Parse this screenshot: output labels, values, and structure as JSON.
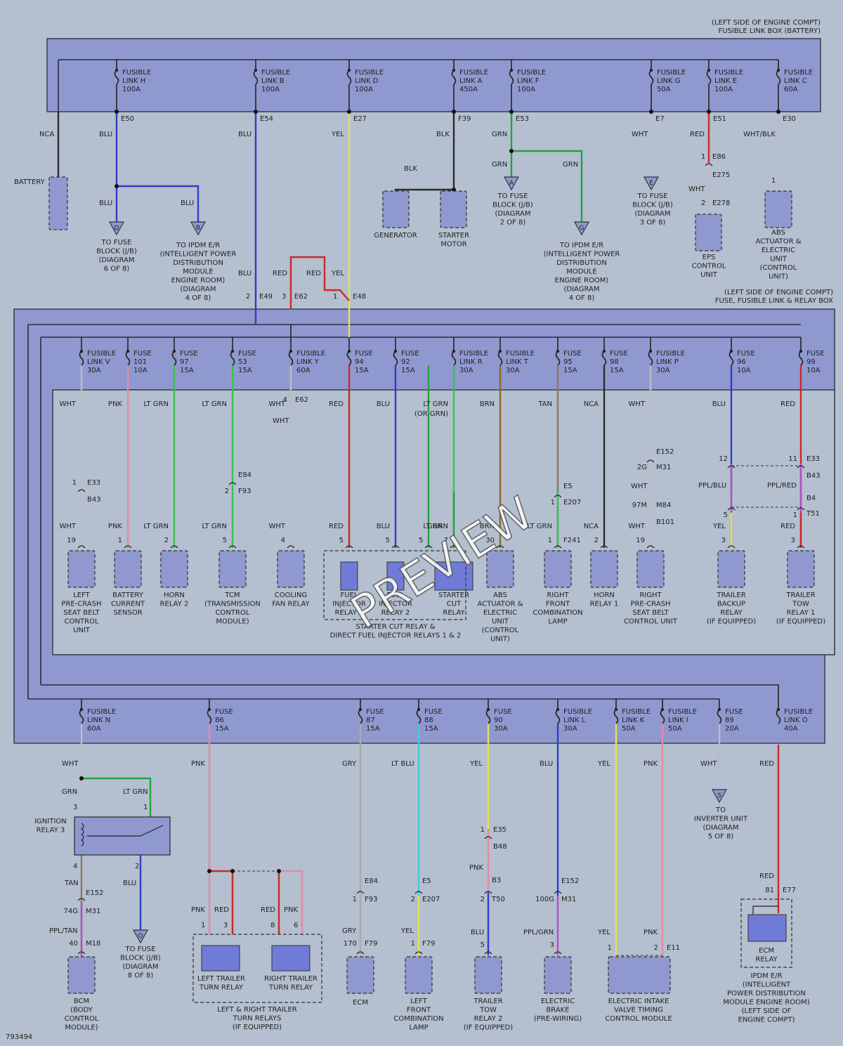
{
  "colors": {
    "background": "#b4bfcf",
    "box_fill": "#8f99cf",
    "relay_fill": "#6f7bd6",
    "wire": {
      "BLK": "#2b2b2b",
      "BLU": "#2d3fc4",
      "YEL": "#e6e055",
      "GRN": "#24a33c",
      "WHT": "#b9bcc4",
      "RED": "#cc2929",
      "PNK": "#e48aa3",
      "LT GRN": "#37c24e",
      "BRN": "#8b6a28",
      "TAN": "#8a7a62",
      "NCA": "#2b2b2b",
      "GRY": "#aaaaaa",
      "LT BLU": "#46c9d6",
      "PPL": "#b04fc9"
    }
  },
  "header": {
    "top_box_label_1": "(LEFT SIDE OF ENGINE COMPT)",
    "top_box_label_2": "FUSIBLE LINK BOX (BATTERY)",
    "mid_box_label_1": "(LEFT SIDE OF ENGINE COMPT)",
    "mid_box_label_2": "FUSE, FUSIBLE LINK & RELAY BOX",
    "figure_id": "793494",
    "watermark": "PREVIEW"
  },
  "top_fuses": [
    {
      "l1": "FUSIBLE",
      "l2": "LINK H",
      "l3": "100A",
      "conn": "E50",
      "wire": "BLU"
    },
    {
      "l1": "FUSIBLE",
      "l2": "LINK B",
      "l3": "100A",
      "conn": "E54",
      "wire": "BLU"
    },
    {
      "l1": "FUSIBLE",
      "l2": "LINK D",
      "l3": "100A",
      "conn": "E27",
      "wire": "YEL"
    },
    {
      "l1": "FUSIBLE",
      "l2": "LINK A",
      "l3": "450A",
      "conn": "F39",
      "wire": "BLK"
    },
    {
      "l1": "FUSIBLE",
      "l2": "LINK F",
      "l3": "100A",
      "conn": "E53",
      "wire": "GRN"
    },
    {
      "l1": "FUSIBLE",
      "l2": "LINK G",
      "l3": "50A",
      "conn": "E7",
      "wire": "WHT"
    },
    {
      "l1": "FUSIBLE",
      "l2": "LINK E",
      "l3": "100A",
      "conn": "E51",
      "wire": "RED"
    },
    {
      "l1": "FUSIBLE",
      "l2": "LINK C",
      "l3": "60A",
      "conn": "E30",
      "wire": "WHT/BLK"
    }
  ],
  "top_section": {
    "battery": "BATTERY",
    "nca": "NCA",
    "blu_a": "BLU",
    "blu_b": "BLU",
    "tofb6": [
      "TO FUSE",
      "BLOCK (J/B)",
      "(DIAGRAM",
      "6 OF 8)"
    ],
    "toipdm4": [
      "TO IPDM E/R",
      "(INTELLIGENT POWER",
      "DISTRIBUTION",
      "MODULE",
      "ENGINE ROOM)",
      "(DIAGRAM",
      "4 OF 8)"
    ],
    "blk": "BLK",
    "generator": "GENERATOR",
    "starter": [
      "STARTER",
      "MOTOR"
    ],
    "grn_a": "GRN",
    "grn_b": "GRN",
    "tofb2": [
      "TO FUSE",
      "BLOCK (J/B)",
      "(DIAGRAM",
      "2 OF 8)"
    ],
    "toipdm4b": [
      "TO IPDM E/R",
      "(INTELLIGENT POWER",
      "DISTRIBUTION",
      "MODULE",
      "ENGINE ROOM)",
      "(DIAGRAM",
      "4 OF 8)"
    ],
    "tofb3": [
      "TO FUSE",
      "BLOCK (J/B)",
      "(DIAGRAM",
      "3 OF 8)"
    ],
    "eps": [
      "EPS",
      "CONTROL",
      "UNIT"
    ],
    "e86": "E86",
    "e275": "E275",
    "e278": "E278",
    "pin1": "1",
    "pin2": "2",
    "wht": "WHT",
    "abs": [
      "ABS",
      "ACTUATOR &",
      "ELECTRIC",
      "UNIT",
      "(CONTROL",
      "UNIT)"
    ],
    "tri_d": "D",
    "tri_b": "B",
    "tri_a": "A",
    "tri_g": "G",
    "tri_e": "E",
    "entry": [
      {
        "wire": "BLU",
        "pin": "2",
        "conn": "E49"
      },
      {
        "wire": "RED",
        "pin": "3",
        "conn": "E62"
      },
      {
        "wire": "RED",
        "pin": "",
        "": "",
        "conn": ""
      },
      {
        "wire": "YEL",
        "pin": "1",
        "conn": "E48"
      }
    ]
  },
  "mid_fuses": [
    {
      "l1": "FUSIBLE",
      "l2": "LINK V",
      "l3": "30A"
    },
    {
      "l1": "FUSE",
      "l2": "101",
      "l3": "10A"
    },
    {
      "l1": "FUSE",
      "l2": "97",
      "l3": "15A"
    },
    {
      "l1": "FUSE",
      "l2": "53",
      "l3": "15A"
    },
    {
      "l1": "FUSIBLE",
      "l2": "LINK Y",
      "l3": "60A"
    },
    {
      "l1": "FUSE",
      "l2": "94",
      "l3": "15A"
    },
    {
      "l1": "FUSE",
      "l2": "92",
      "l3": "15A"
    },
    {
      "l1": "FUSIBLE",
      "l2": "LINK R",
      "l3": "30A"
    },
    {
      "l1": "FUSIBLE",
      "l2": "LINK T",
      "l3": "30A"
    },
    {
      "l1": "FUSE",
      "l2": "95",
      "l3": "15A"
    },
    {
      "l1": "FUSE",
      "l2": "98",
      "l3": "15A"
    },
    {
      "l1": "FUSIBLE",
      "l2": "LINK P",
      "l3": "30A"
    },
    {
      "l1": "FUSE",
      "l2": "96",
      "l3": "10A"
    },
    {
      "l1": "FUSE",
      "l2": "99",
      "l3": "10A"
    }
  ],
  "mid_components": [
    {
      "top": "WHT",
      "bot": "WHT",
      "pin": "19",
      "c1": "1",
      "c1n": "E33",
      "c2n": "B43",
      "name": [
        "LEFT",
        "PRE-CRASH",
        "SEAT BELT",
        "CONTROL",
        "UNIT"
      ]
    },
    {
      "top": "PNK",
      "bot": "PNK",
      "pin": "1",
      "name": [
        "BATTERY",
        "CURRENT",
        "SENSOR"
      ]
    },
    {
      "top": "LT GRN",
      "bot": "LT GRN",
      "pin": "2",
      "name": [
        "HORN",
        "RELAY 2"
      ]
    },
    {
      "top": "LT GRN",
      "bot": "LT GRN",
      "pin": "5",
      "c1": "E84",
      "c2": "2",
      "c2n": "F93",
      "name": [
        "TCM",
        "(TRANSMISSION",
        "CONTROL",
        "MODULE)"
      ]
    },
    {
      "top": "WHT",
      "bot": "WHT",
      "pin": "4",
      "c1": "4",
      "c1n": "E62",
      "name": [
        "COOLING",
        "FAN RELAY"
      ]
    },
    {
      "top": "RED",
      "bot": "RED",
      "pin": "5",
      "name": [
        "FUEL",
        "INJECTOR",
        "RELAY 1"
      ]
    },
    {
      "top": "BLU",
      "bot": "BLU",
      "pin": "5",
      "name": [
        "FUEL",
        "INJECTOR",
        "RELAY 2"
      ]
    },
    {
      "top": "LT GRN",
      "top2": "(OR GRN)",
      "bot": "LT GRN",
      "bot2": "GRN",
      "pin": "7",
      "pin2": "5",
      "name": [
        "STARTER",
        "CUT",
        "RELAY"
      ]
    },
    {
      "top": "BRN",
      "bot": "BRN",
      "pin": "30",
      "name": [
        "ABS",
        "ACTUATOR &",
        "ELECTRIC",
        "UNIT",
        "(CONTROL",
        "UNIT)"
      ]
    },
    {
      "top": "TAN",
      "bot": "LT GRN",
      "pin": "1",
      "c1": "E5",
      "c2": "1",
      "c2n": "E207",
      "c3": "F241",
      "name": [
        "RIGHT",
        "FRONT",
        "COMBINATION",
        "LAMP"
      ]
    },
    {
      "top": "NCA",
      "bot": "NCA",
      "pin": "2",
      "name": [
        "HORN",
        "RELAY 1"
      ]
    },
    {
      "top": "WHT",
      "bot": "WHT",
      "pin": "19",
      "c1": "E152",
      "c2": "2G",
      "c2n": "M31",
      "mid": "WHT",
      "c3": "97M",
      "c3n": "M84",
      "c4": "B101",
      "name": [
        "RIGHT",
        "PRE-CRASH",
        "SEAT BELT",
        "CONTROL UNIT"
      ]
    },
    {
      "top": "BLU",
      "bot": "YEL",
      "mid": "PPL/BLU",
      "pin": "3",
      "c1": "12",
      "c2": "5",
      "name": [
        "TRAILER",
        "BACKUP",
        "RELAY",
        "(IF EQUIPPED)"
      ]
    },
    {
      "top": "RED",
      "bot": "RED",
      "mid": "PPL/RED",
      "pin": "3",
      "c1": "11",
      "c1n": "E33",
      "c1b": "B43",
      "c2": "B4",
      "c3": "1",
      "c3n": "T51",
      "name": [
        "TRAILER",
        "TOW",
        "RELAY 1",
        "(IF EQUIPPED)"
      ]
    }
  ],
  "mid_group_label": [
    "STARTER CUT RELAY &",
    "DIRECT FUEL INJECTOR RELAYS 1 & 2"
  ],
  "bot_fuses": [
    {
      "l1": "FUSIBLE",
      "l2": "LINK N",
      "l3": "60A"
    },
    {
      "l1": "FUSE",
      "l2": "86",
      "l3": "15A"
    },
    {
      "l1": "FUSE",
      "l2": "87",
      "l3": "15A"
    },
    {
      "l1": "FUSE",
      "l2": "88",
      "l3": "15A"
    },
    {
      "l1": "FUSE",
      "l2": "90",
      "l3": "30A"
    },
    {
      "l1": "FUSIBLE",
      "l2": "LINK L",
      "l3": "30A"
    },
    {
      "l1": "FUSIBLE",
      "l2": "LINK K",
      "l3": "50A"
    },
    {
      "l1": "FUSIBLE",
      "l2": "LINK I",
      "l3": "50A"
    },
    {
      "l1": "FUSE",
      "l2": "89",
      "l3": "20A"
    },
    {
      "l1": "FUSIBLE",
      "l2": "LINK O",
      "l3": "40A"
    }
  ],
  "bottom": {
    "wht": "WHT",
    "grn": "GRN",
    "ltgrn": "LT GRN",
    "pin3": "3",
    "pin1": "1",
    "ign": [
      "IGNITION",
      "RELAY 3"
    ],
    "pin4": "4",
    "pin2": "2",
    "tan": "TAN",
    "e152": "E152",
    "m31pin": "74G",
    "m31": "M31",
    "pplt": "PPL/TAN",
    "m18pin": "40",
    "m18": "M18",
    "bcm": [
      "BCM",
      "(BODY",
      "CONTROL",
      "MODULE)"
    ],
    "blu": "BLU",
    "tofb8": [
      "TO FUSE",
      "BLOCK (J/B)",
      "(DIAGRAM",
      "8 OF 8)"
    ],
    "tri_o": "O",
    "pnk": "PNK",
    "pnk1": "PNK",
    "red1": "RED",
    "red2": "RED",
    "pnk2": "PNK",
    "p1": "1",
    "p3": "3",
    "p8": "8",
    "p6": "6",
    "ltrelay": [
      "LEFT TRAILER",
      "TURN RELAY"
    ],
    "rtrelay": [
      "RIGHT TRAILER",
      "TURN RELAY"
    ],
    "turn_group": [
      "LEFT & RIGHT TRAILER",
      "TURN RELAYS",
      "(IF EQUIPPED)"
    ],
    "gry": "GRY",
    "e84": "E84",
    "f93p": "1",
    "f93": "F93",
    "gry2": "GRY",
    "f79pin": "170",
    "f79": "F79",
    "ecm": "ECM",
    "ltblu": "LT BLU",
    "e5": "E5",
    "e207p": "2",
    "e207": "E207",
    "yel": "YEL",
    "f79b_pin": "1",
    "f79b": "F79",
    "lfcl": [
      "LEFT",
      "FRONT",
      "COMBINATION",
      "LAMP"
    ],
    "yel2": "YEL",
    "e35p": "1",
    "e35": "E35",
    "b48": "B48",
    "pnk3": "PNK",
    "b3": "B3",
    "t50p": "2",
    "t50": "T50",
    "blu2": "BLU",
    "p5": "5",
    "ttr2": [
      "TRAILER",
      "TOW",
      "RELAY 2",
      "(IF EQUIPPED)"
    ],
    "blu3": "BLU",
    "e152b": "E152",
    "m31p": "100G",
    "m31b": "M31",
    "pplgrn": "PPL/GRN",
    "p3b": "3",
    "brake": [
      "ELECTRIC",
      "BRAKE",
      "(PRE-WIRING)"
    ],
    "yel3": "YEL",
    "pnk4": "PNK",
    "yel4": "YEL",
    "pnk5": "PNK",
    "p1b": "1",
    "p2b": "2",
    "e11": "E11",
    "eivt": [
      "ELECTRIC INTAKE",
      "VALVE TIMING",
      "CONTROL MODULE"
    ],
    "wht2": "WHT",
    "tri_s": "S",
    "toinv": [
      "TO",
      "INVERTER UNIT",
      "(DIAGRAM",
      "5 OF 8)"
    ],
    "red3": "RED",
    "red4": "RED",
    "e77p": "81",
    "e77": "E77",
    "ecmrelay": [
      "ECM",
      "RELAY"
    ],
    "ipdm": [
      "IPDM E/R",
      "(INTELLIGENT",
      "POWER DISTRIBUTION",
      "MODULE ENGINE ROOM)",
      "(LEFT SIDE OF",
      "ENGINE COMPT)"
    ]
  }
}
